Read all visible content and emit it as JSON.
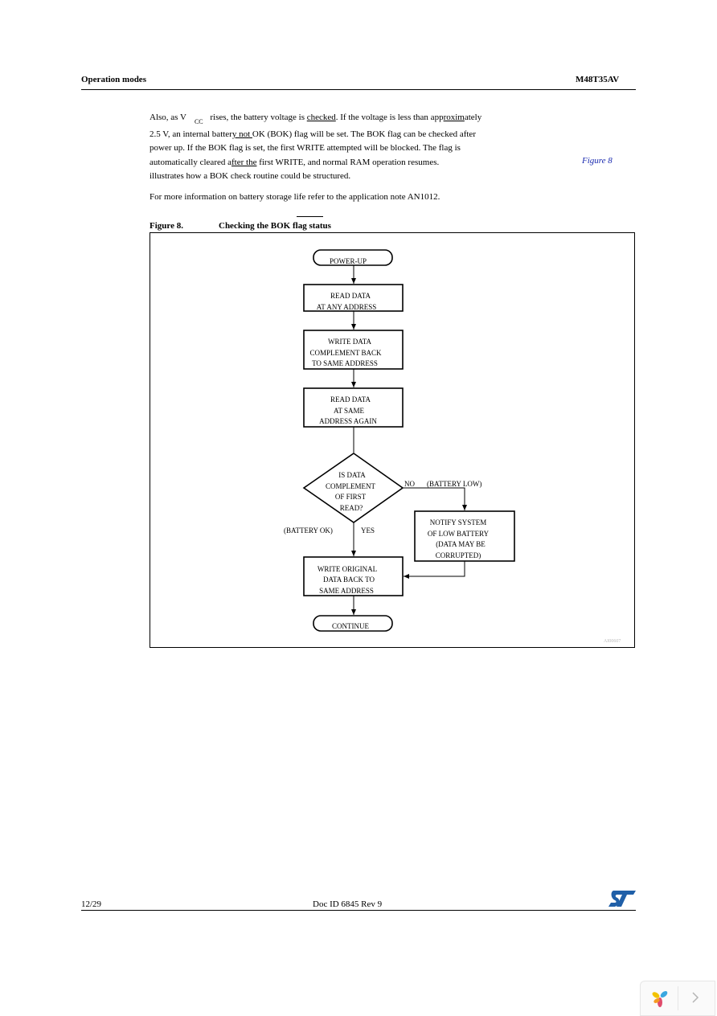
{
  "header": {
    "section": "Operation modes",
    "part": "M48T35AV"
  },
  "body": {
    "p1": {
      "l1_a": "Also, as V",
      "l1_sub": "CC",
      "l1_b": " rises, the battery voltage is ",
      "l1_u1": "checked",
      "l1_c": ". If the voltage is less than app",
      "l1_u2": "roxim",
      "l1_d": "ately",
      "l2_a": "2.5 V, an internal batter",
      "l2_u": "y not ",
      "l2_b": "OK (BOK) flag will be set. The BOK flag can be checked after",
      "l3": "power up. If the BOK flag is set, the first WRITE attempted will be blocked. The flag is",
      "l4_a": "automatically cleared a",
      "l4_u": "fter the",
      "l4_b": " first WRITE, and normal RAM operation resumes.",
      "l5": "illustrates how a BOK check routine could be structured."
    },
    "figure_link": "Figure 8",
    "p2": "For more information on battery storage life refer to the application note AN1012."
  },
  "figure": {
    "number": "Figure 8.",
    "title": "Checking the BOK flag status",
    "nodes": {
      "start": "POWER-UP",
      "read1": [
        "READ DATA",
        "AT ANY ADDRESS"
      ],
      "write1": [
        "WRITE DATA",
        "COMPLEMENT BACK",
        "TO SAME ADDRESS"
      ],
      "read2": [
        "READ DATA",
        "AT SAME",
        "ADDRESS AGAIN"
      ],
      "decision": [
        "IS DATA",
        "COMPLEMENT",
        "OF FIRST",
        "READ?"
      ],
      "notify": [
        "NOTIFY SYSTEM",
        "OF LOW BATTERY",
        "(DATA MAY BE",
        "CORRUPTED)"
      ],
      "write2": [
        "WRITE ORIGINAL",
        "DATA BACK TO",
        "SAME ADDRESS"
      ],
      "end": "CONTINUE"
    },
    "labels": {
      "no": "NO",
      "battery_low": "(BATTERY LOW)",
      "yes": "YES",
      "battery_ok": "(BATTERY OK)"
    },
    "code": "AI00607"
  },
  "footer": {
    "page": "12/29",
    "doc": "Doc ID 6845 Rev 9"
  },
  "colors": {
    "link": "#1b2bb0",
    "st_logo": "#1f5fa8",
    "figure_code": "#bbbbbb"
  },
  "icons": {
    "logo": "st-logo-icon",
    "nav_logo": "pinwheel-icon",
    "nav_next": "chevron-right-icon"
  }
}
